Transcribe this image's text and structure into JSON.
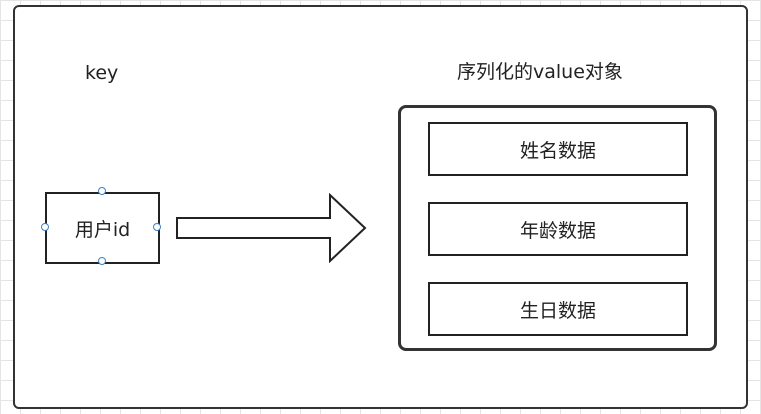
{
  "diagram": {
    "key_label": "key",
    "value_title": "序列化的value对象",
    "user_id_label": "用户id",
    "fields": [
      {
        "label": "姓名数据"
      },
      {
        "label": "年龄数据"
      },
      {
        "label": "生日数据"
      }
    ]
  }
}
